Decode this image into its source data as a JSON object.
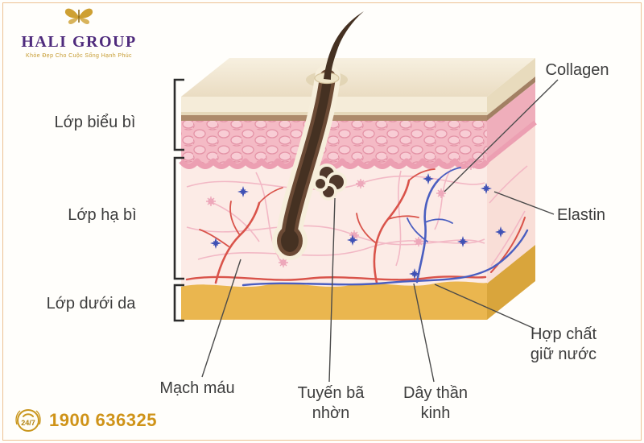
{
  "brand": {
    "name": "HALI GROUP",
    "tagline": "Khỏe Đẹp Cho Cuộc Sống Hạnh Phúc",
    "badge": "24/7",
    "hotline": "1900 636325"
  },
  "labels": {
    "epidermis": "Lớp biểu bì",
    "dermis": "Lớp hạ bì",
    "subcutis": "Lớp dưới da",
    "collagen": "Collagen",
    "elastin": "Elastin",
    "water_line1": "Hợp chất",
    "water_line2": "giữ nước",
    "blood": "Mạch máu",
    "sebaceous_line1": "Tuyến bã",
    "sebaceous_line2": "nhờn",
    "nerve_line1": "Dây thần",
    "nerve_line2": "kinh"
  },
  "colors": {
    "brand_purple": "#4f2b7d",
    "brand_gold": "#c9961d",
    "label_text": "#3d3d3d",
    "vessel_red": "#d9534a",
    "nerve_blue": "#4a5ec0",
    "epidermis_pink": "#f4bac5",
    "dermis_pink": "#fcebe6",
    "fat_yellow": "#eab64f",
    "surface_ivory": "#f5ecd9"
  }
}
